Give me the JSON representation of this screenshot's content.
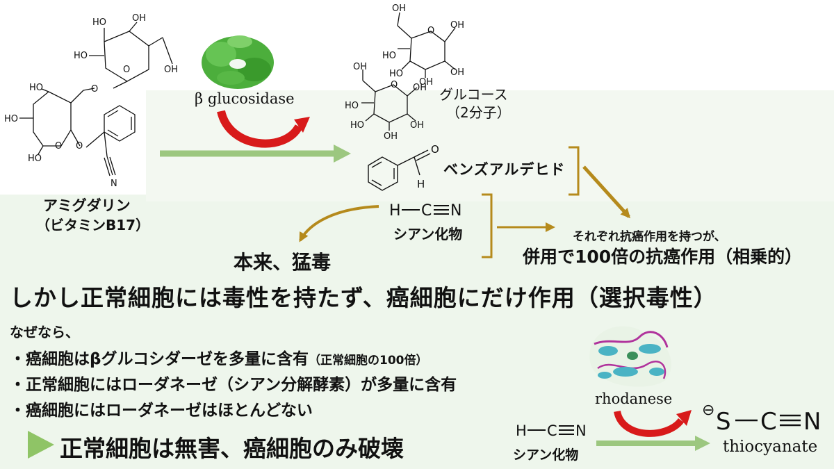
{
  "amygdalin": {
    "name": "アミグダリン",
    "subname": "（ビタミンB17）"
  },
  "enzyme1": {
    "name": "β glucosidase"
  },
  "glucose": {
    "name": "グルコース",
    "count": "（2分子）"
  },
  "benzaldehyde": {
    "name": "ベンズアルデヒド"
  },
  "cyanide_top": {
    "formula_h": "H",
    "formula_c": "C",
    "formula_n": "N",
    "name": "シアン化物"
  },
  "toxic_note": "本来、猛毒",
  "synergy": {
    "line1": "それぞれ抗癌作用を持つが、",
    "line2": "併用で100倍の抗癌作用（相乗的）"
  },
  "headline": "しかし正常細胞には毒性を持たず、癌細胞にだけ作用（選択毒性）",
  "reason_intro": "なぜなら、",
  "bullets": [
    {
      "main": "・癌細胞はβグルコシダーゼを多量に含有",
      "note": "（正常細胞の100倍）"
    },
    {
      "main": "・正常細胞にはローダネーゼ（シアン分解酵素）が多量に含有",
      "note": ""
    },
    {
      "main": "・癌細胞にはローダネーゼはほとんどない",
      "note": ""
    }
  ],
  "conclusion": "正常細胞は無害、癌細胞のみ破壊",
  "enzyme2": {
    "name": "rhodanese"
  },
  "cyanide_bottom": {
    "formula_h": "H",
    "formula_c": "C",
    "formula_n": "N",
    "name": "シアン化物"
  },
  "thiocyanate": {
    "charge": "⊖",
    "s": "S",
    "c": "C",
    "n": "N",
    "name": "thiocyanate"
  },
  "colors": {
    "green_arrow": "#9cc77f",
    "gold_arrow": "#b58a1c",
    "red_arrow": "#d81a1a",
    "bg": "#eef6ec",
    "protein_green": "#4cae3c",
    "protein_cyan": "#4ab3c4",
    "protein_magenta": "#b0339c"
  },
  "chem_text": {
    "oh": "OH",
    "ho": "HO",
    "o": "O",
    "n": "N",
    "h": "H"
  }
}
